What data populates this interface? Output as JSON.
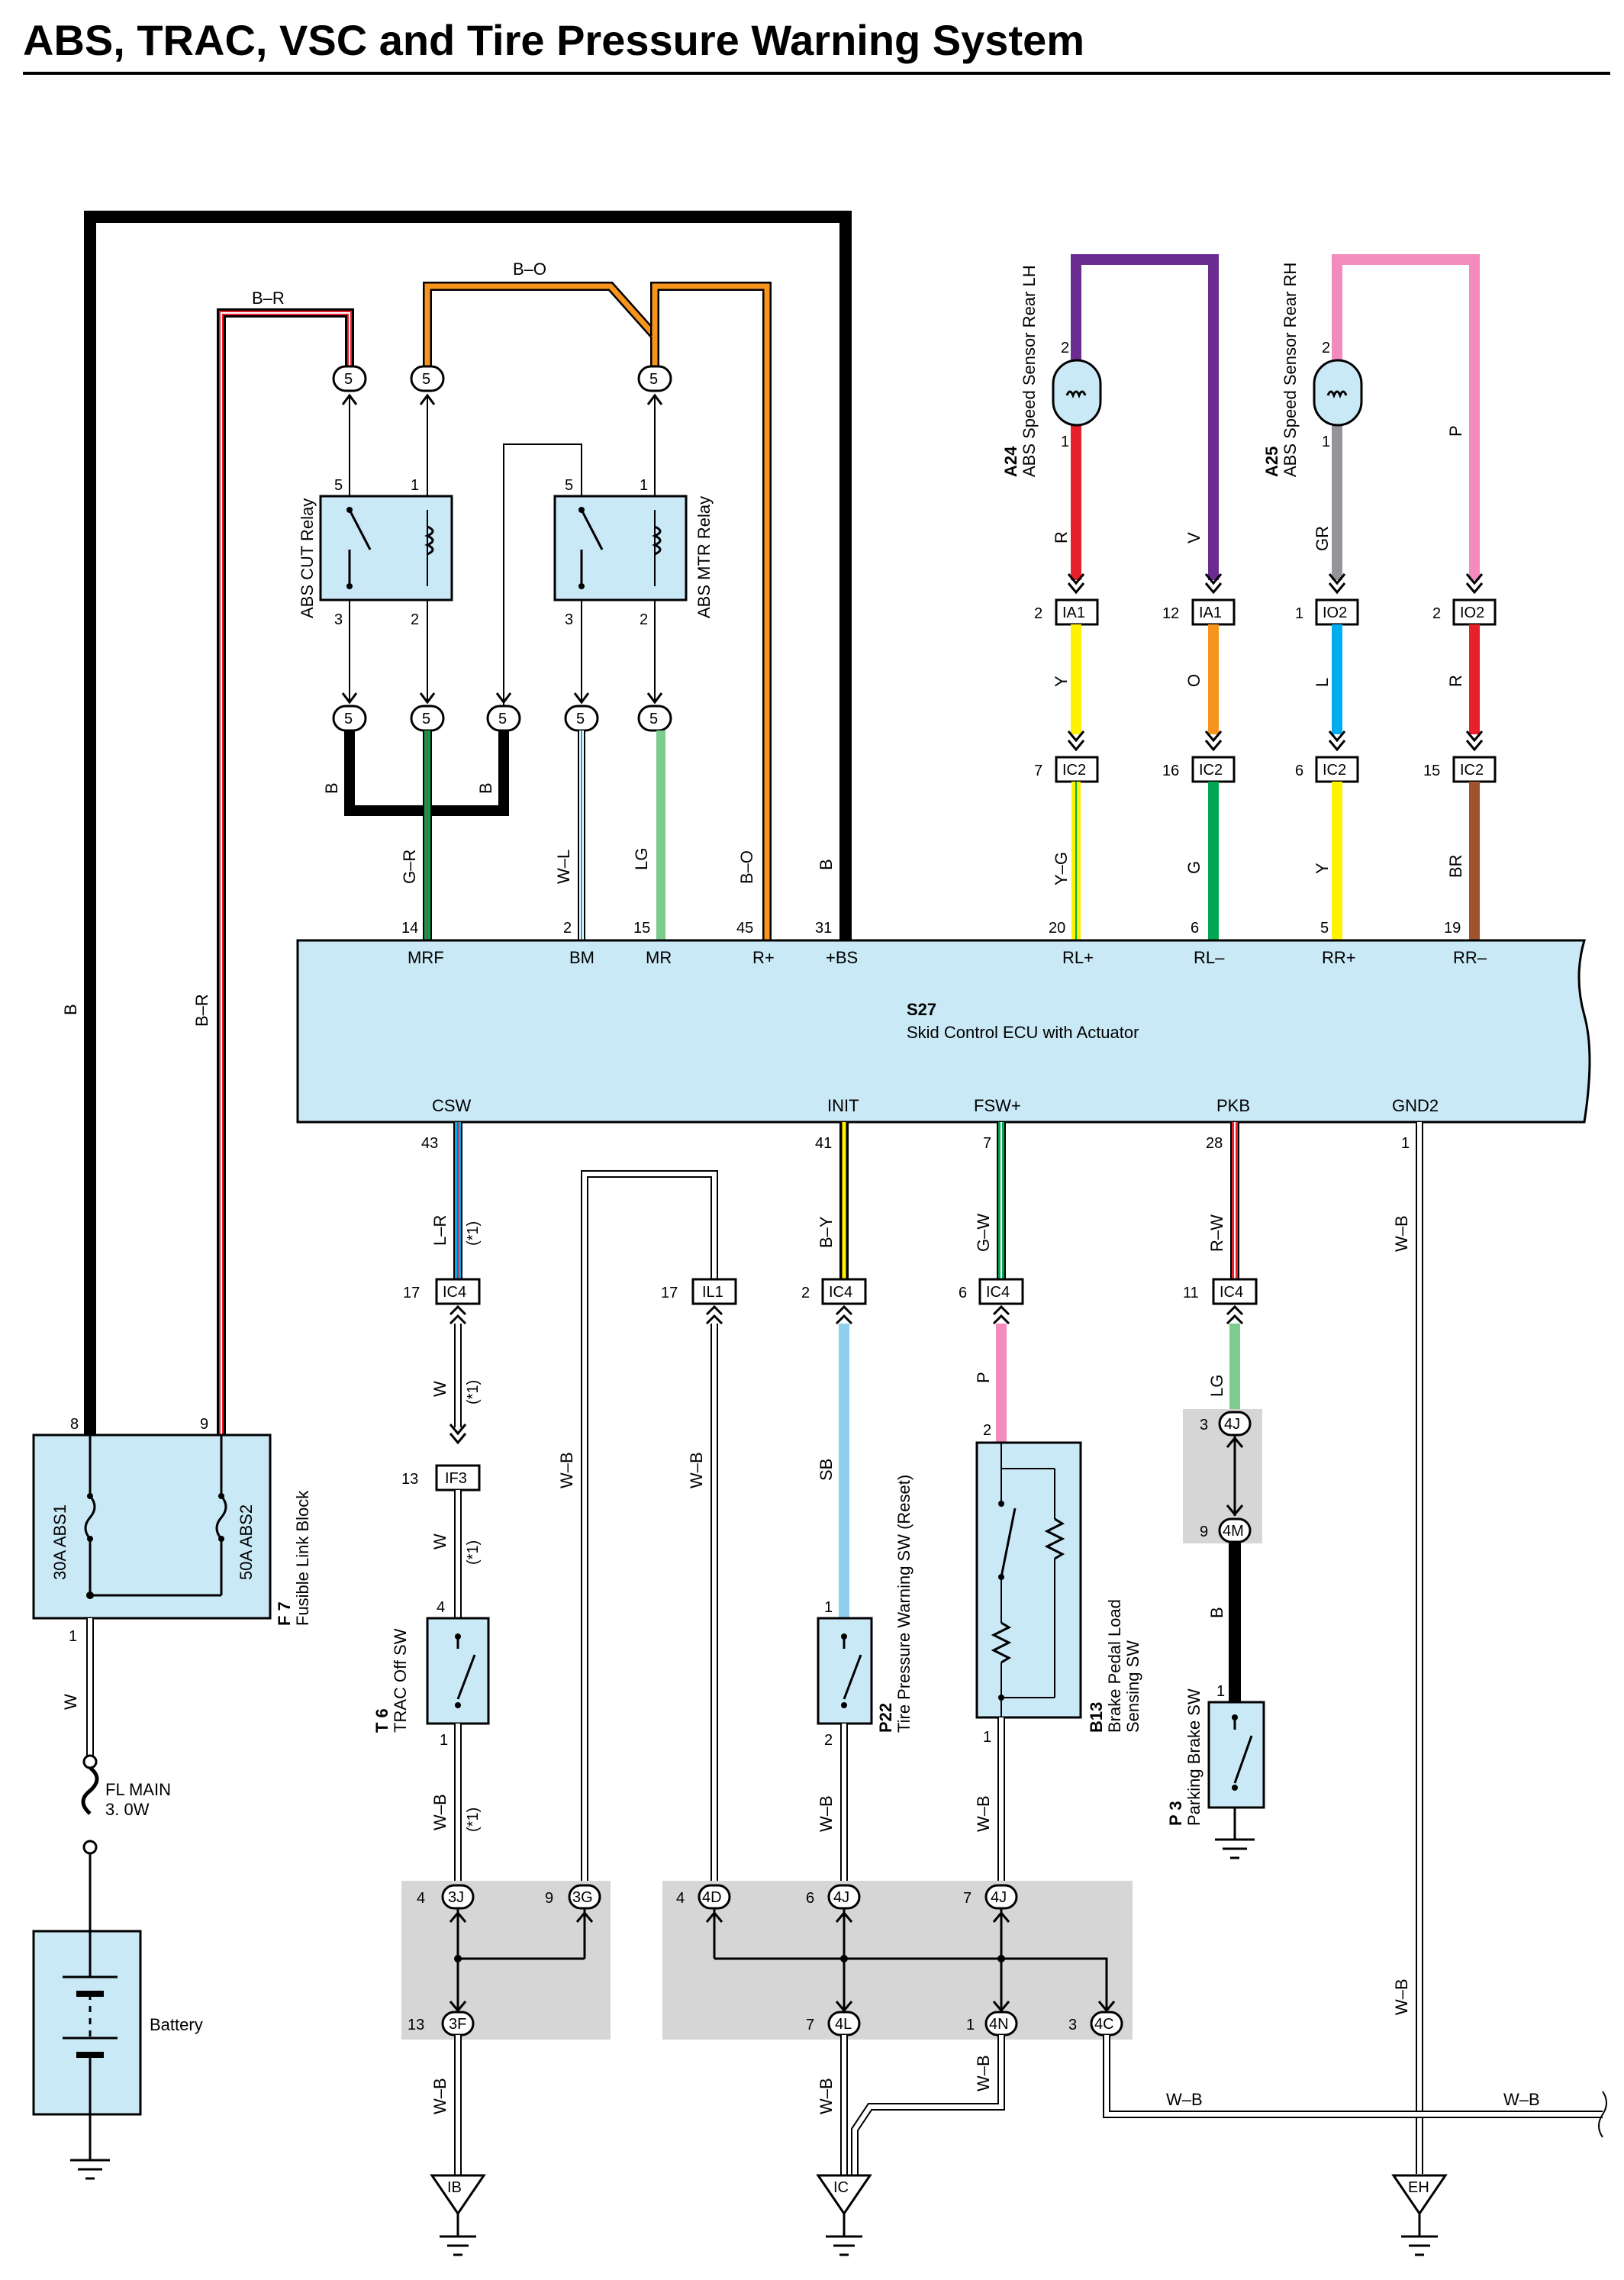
{
  "title": "ABS, TRAC, VSC and Tire Pressure Warning System",
  "colors": {
    "B": "#000000",
    "R": "#e8202a",
    "O": "#f7941d",
    "V": "#6a2c91",
    "P": "#f38bbd",
    "Y": "#fff200",
    "G": "#00a651",
    "GR": "#939598",
    "L": "#00aeef",
    "BR": "#a0522d",
    "LG": "#7ccc8e",
    "SB": "#8fcff0",
    "W": "#ffffff",
    "box": "#c9e9f6",
    "shade": "#d6d6d6"
  },
  "ecu": {
    "code": "S27",
    "name": "Skid Control ECU with Actuator"
  },
  "ecu_top_pins": [
    {
      "pin": "14",
      "name": "MRF",
      "wire": "G–R"
    },
    {
      "pin": "2",
      "name": "BM",
      "wire": "W–L"
    },
    {
      "pin": "15",
      "name": "MR",
      "wire": "LG"
    },
    {
      "pin": "45",
      "name": "R+",
      "wire": "B–O"
    },
    {
      "pin": "31",
      "name": "+BS",
      "wire": "B"
    },
    {
      "pin": "20",
      "name": "RL+",
      "wire": "Y–G"
    },
    {
      "pin": "6",
      "name": "RL–",
      "wire": "G"
    },
    {
      "pin": "5",
      "name": "RR+",
      "wire": "Y"
    },
    {
      "pin": "19",
      "name": "RR–",
      "wire": "BR"
    }
  ],
  "ecu_bottom_pins": [
    {
      "pin": "43",
      "name": "CSW",
      "wire": "L–R"
    },
    {
      "pin": "41",
      "name": "INIT",
      "wire": "B–Y"
    },
    {
      "pin": "7",
      "name": "FSW+",
      "wire": "G–W"
    },
    {
      "pin": "28",
      "name": "PKB",
      "wire": "R–W"
    },
    {
      "pin": "1",
      "name": "GND2",
      "wire": "W–B"
    }
  ],
  "relays": {
    "cut": {
      "name": "ABS CUT Relay",
      "pins": [
        "5",
        "1",
        "3",
        "2"
      ]
    },
    "mtr": {
      "name": "ABS MTR Relay",
      "pins": [
        "5",
        "1",
        "3",
        "2"
      ]
    }
  },
  "relay_connector": "5",
  "top_wires": {
    "br": "B–R",
    "bo": "B–O",
    "b": "B"
  },
  "sensors": {
    "lh": {
      "code": "A24",
      "name": "ABS Speed Sensor Rear LH",
      "pin_top": "2",
      "pin_bottom": "1",
      "wire1": "R",
      "wire2": "V"
    },
    "rh": {
      "code": "A25",
      "name": "ABS Speed Sensor Rear RH",
      "pin_top": "2",
      "pin_bottom": "1",
      "wire1": "GR",
      "wire2": "P"
    }
  },
  "sensor_connectors": [
    {
      "pin": "2",
      "name": "IA1",
      "wire": "Y"
    },
    {
      "pin": "12",
      "name": "IA1",
      "wire": "O"
    },
    {
      "pin": "1",
      "name": "IO2",
      "wire": "L"
    },
    {
      "pin": "2",
      "name": "IO2",
      "wire": "R"
    },
    {
      "pin": "7",
      "name": "IC2"
    },
    {
      "pin": "16",
      "name": "IC2"
    },
    {
      "pin": "6",
      "name": "IC2"
    },
    {
      "pin": "15",
      "name": "IC2"
    }
  ],
  "fusible": {
    "code": "F 7",
    "name": "Fusible Link Block",
    "fuse1": "30A ABS1",
    "fuse2": "50A ABS2",
    "pin8": "8",
    "pin9": "9",
    "pin1": "1",
    "wire_b": "B",
    "wire_br": "B–R",
    "wire_w": "W"
  },
  "fl_main": {
    "name": "FL MAIN",
    "size": "3. 0W"
  },
  "battery": "Battery",
  "star": "(*1)",
  "lower": {
    "ic4_17": {
      "pin": "17",
      "name": "IC4"
    },
    "if3_13": {
      "pin": "13",
      "name": "IF3"
    },
    "il1_17": {
      "pin": "17",
      "name": "IL1"
    },
    "ic4_2": {
      "pin": "2",
      "name": "IC4"
    },
    "ic4_6": {
      "pin": "6",
      "name": "IC4"
    },
    "ic4_11": {
      "pin": "11",
      "name": "IC4"
    },
    "w": "W",
    "wb": "W–B",
    "sb": "SB",
    "p": "P",
    "lg": "LG",
    "b": "B"
  },
  "trac_sw": {
    "code": "T 6",
    "name": "TRAC Off SW",
    "pin_top": "4",
    "pin_bottom": "1"
  },
  "tire_sw": {
    "code": "P22",
    "name": "Tire Pressure Warning SW (Reset)",
    "pin_top": "1",
    "pin_bottom": "2"
  },
  "brake_sw": {
    "code": "B13",
    "name1": "Brake Pedal Load",
    "name2": "Sensing SW",
    "pin_top": "2",
    "pin_bottom": "1"
  },
  "parking_sw": {
    "code": "P 3",
    "name": "Parking Brake SW",
    "pin_top": "1"
  },
  "parking_jc": [
    {
      "pin": "3",
      "name": "4J"
    },
    {
      "pin": "9",
      "name": "4M"
    }
  ],
  "junctions": [
    {
      "pin": "4",
      "name": "3J"
    },
    {
      "pin": "9",
      "name": "3G"
    },
    {
      "pin": "13",
      "name": "3F"
    },
    {
      "pin": "4",
      "name": "4D"
    },
    {
      "pin": "6",
      "name": "4J"
    },
    {
      "pin": "7",
      "name": "4J"
    },
    {
      "pin": "7",
      "name": "4L"
    },
    {
      "pin": "1",
      "name": "4N"
    },
    {
      "pin": "3",
      "name": "4C"
    }
  ],
  "grounds": [
    "IB",
    "IC",
    "EH"
  ]
}
